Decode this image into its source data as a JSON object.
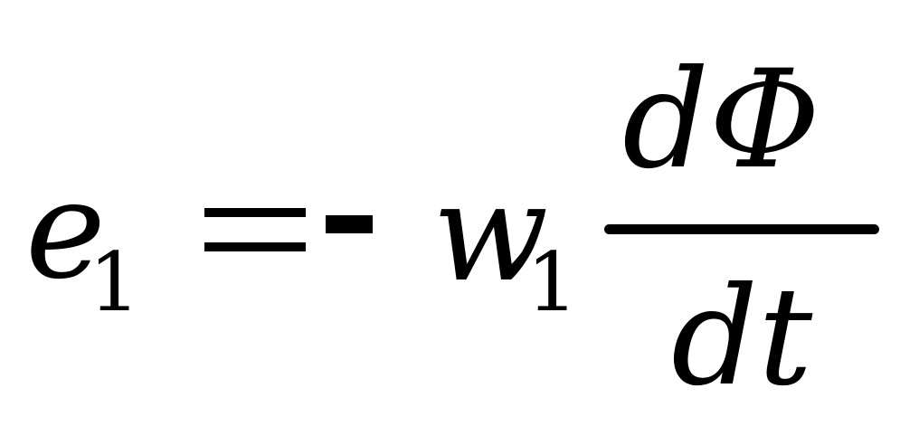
{
  "formula": {
    "lhs": {
      "variable": "e",
      "subscript": "1"
    },
    "equals": "=",
    "minus": "-",
    "coefficient": {
      "variable": "w",
      "subscript": "1"
    },
    "fraction": {
      "numerator": "dΦ",
      "denominator": "dt"
    }
  }
}
